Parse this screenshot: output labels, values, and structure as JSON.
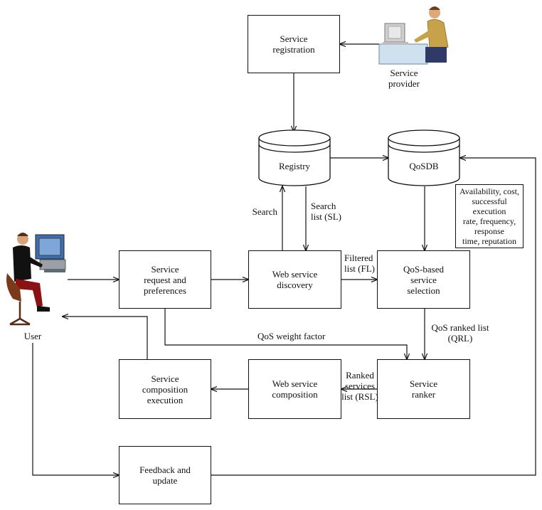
{
  "nodes": {
    "service_registration": "Service\nregistration",
    "service_provider": "Service\nprovider",
    "registry": "Registry",
    "qosdb": "QoSDB",
    "qos_attributes": "Availability, cost,\nsuccessful\nexecution\nrate, frequency,\nresponse\ntime, reputation",
    "user": "User",
    "service_request": "Service\nrequest and\npreferences",
    "web_service_discovery": "Web service\ndiscovery",
    "qos_selection": "QoS-based\nservice\nselection",
    "service_composition_execution": "Service\ncomposition\nexecution",
    "web_service_composition": "Web service\ncomposition",
    "service_ranker": "Service\nranker",
    "feedback_update": "Feedback and\nupdate"
  },
  "edge_labels": {
    "search": "Search",
    "search_list": "Search\nlist (SL)",
    "filtered_list": "Filtered\nlist (FL)",
    "qos_ranked_list": "QoS ranked list\n(QRL)",
    "qos_weight_factor": "QoS weight factor",
    "ranked_services_list": "Ranked\nservices\nlist (RSL)"
  }
}
